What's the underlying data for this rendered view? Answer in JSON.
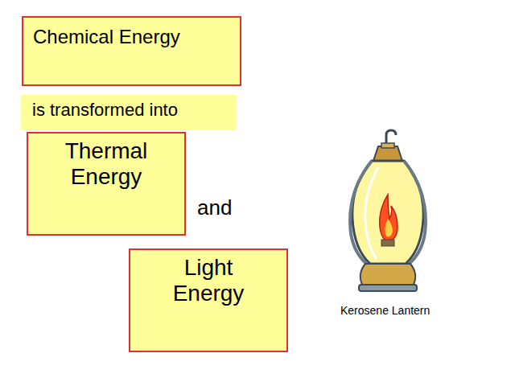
{
  "diagram": {
    "nodes": [
      {
        "text": [
          "Chemical Energy"
        ]
      },
      {
        "text": [
          "is transformed into"
        ]
      },
      {
        "text": [
          "Thermal Energy"
        ]
      },
      {
        "text": [
          "Light Energy"
        ]
      }
    ],
    "labels": [
      "and",
      "Kerosene Lantern"
    ]
  }
}
